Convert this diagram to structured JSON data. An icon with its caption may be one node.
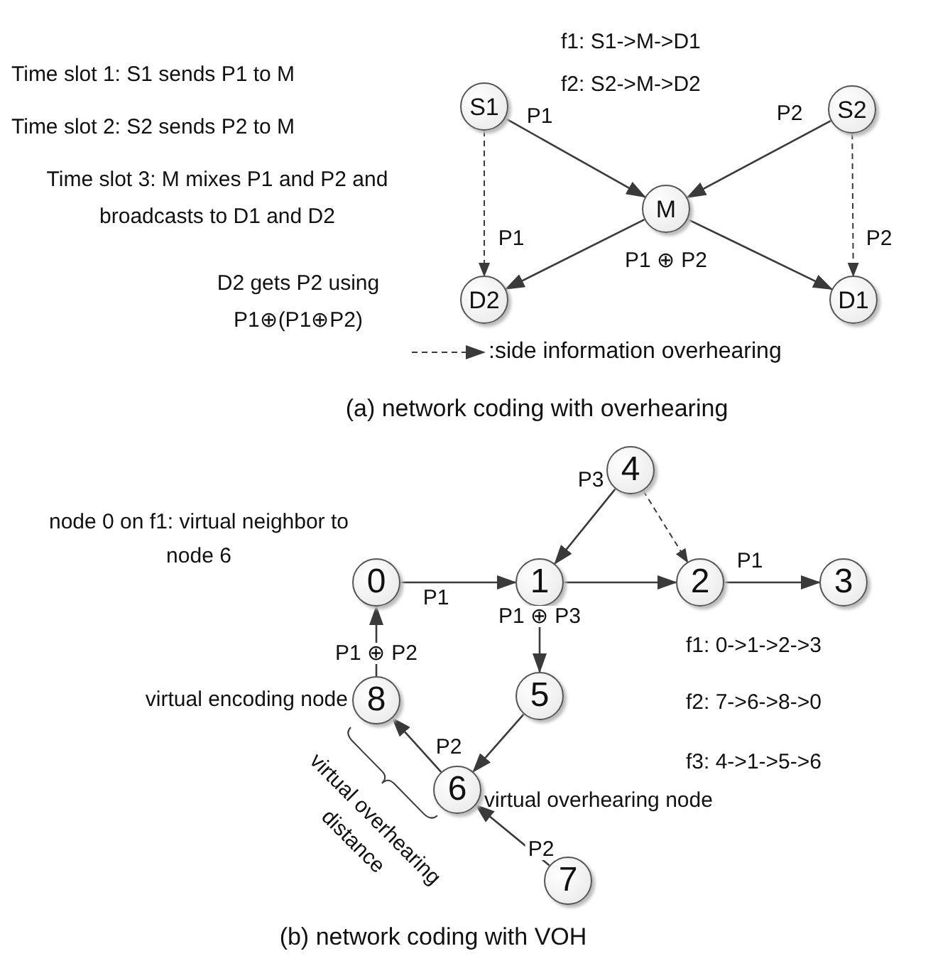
{
  "diagram": {
    "nodes": [
      {
        "text": [
          "S1"
        ]
      },
      {
        "text": [
          "S2"
        ]
      },
      {
        "text": [
          "M"
        ]
      },
      {
        "text": [
          "D2"
        ]
      },
      {
        "text": [
          "D1"
        ]
      },
      {
        "text": [
          "4"
        ]
      },
      {
        "text": [
          "1"
        ]
      },
      {
        "text": [
          "0"
        ],
        "beside": [
          "node 0 on f1: virtual neighbor to node 6"
        ]
      },
      {
        "text": [
          "2"
        ]
      },
      {
        "text": [
          "3"
        ]
      },
      {
        "text": [
          "5"
        ]
      },
      {
        "text": [
          "8"
        ],
        "beside": [
          "virtual encoding node"
        ]
      },
      {
        "text": [
          "6"
        ],
        "beside": [
          "virtual overhearing node"
        ]
      },
      {
        "text": [
          "7"
        ]
      }
    ],
    "edges": [
      {
        "from": 0,
        "to": 2,
        "arrow": "to",
        "label": "P1"
      },
      {
        "from": 1,
        "to": 2,
        "arrow": "to",
        "label": "P2"
      },
      {
        "from": 0,
        "to": 3,
        "arrow": "to",
        "label": "P1",
        "style": "dashed"
      },
      {
        "from": 1,
        "to": 4,
        "arrow": "to",
        "label": "P2",
        "style": "dashed"
      },
      {
        "from": 2,
        "to": 3,
        "arrow": "to"
      },
      {
        "from": 2,
        "to": 4,
        "arrow": "to"
      },
      {
        "from": 5,
        "to": 6,
        "arrow": "to",
        "label": "P3"
      },
      {
        "from": 5,
        "to": 8,
        "arrow": "to",
        "style": "dashed"
      },
      {
        "from": 7,
        "to": 6,
        "arrow": "to",
        "label": "P1"
      },
      {
        "from": 6,
        "to": 8,
        "arrow": "to"
      },
      {
        "from": 8,
        "to": 9,
        "arrow": "to",
        "label": "P1"
      },
      {
        "from": 6,
        "to": 10,
        "arrow": "to",
        "label": "P1 ⊕ P3"
      },
      {
        "from": 10,
        "to": 12,
        "arrow": "to"
      },
      {
        "from": 12,
        "to": 11,
        "arrow": "to",
        "label": "P2"
      },
      {
        "from": 11,
        "to": 7,
        "arrow": "to",
        "label": "P1 ⊕ P2"
      },
      {
        "from": 13,
        "to": 12,
        "arrow": "to",
        "label": "P2"
      }
    ],
    "labels": [
      "f1: S1->M->D1",
      "f2: S2->M->D2",
      "Time slot 1: S1 sends P1 to M",
      "Time slot 2: S2 sends P2 to M",
      "Time slot 3: M mixes P1 and P2 and broadcasts to D1 and D2",
      "D2 gets P2 using P1⊕(P1⊕P2)",
      "P1 ⊕ P2",
      "(a) network coding with overhearing",
      "f1: 0->1->2->3",
      "f2: 7->6->8->0",
      "f3: 4->1->5->6",
      "virtual overhearing distance",
      "(b) network coding with VOH"
    ],
    "legend": [
      {
        "text": ":side information overhearing"
      }
    ]
  }
}
